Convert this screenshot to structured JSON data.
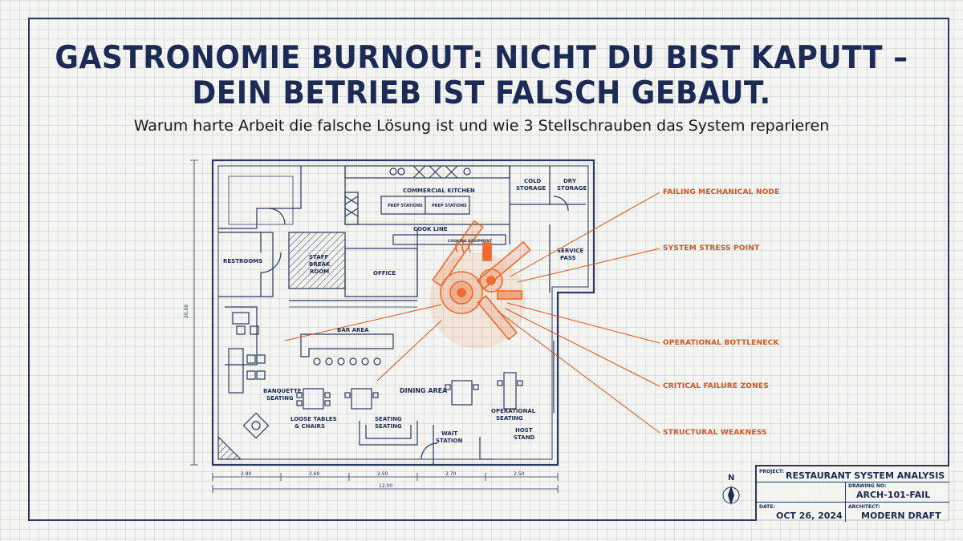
{
  "title_line1": "GASTRONOMIE BURNOUT: NICHT DU BIST KAPUTT –",
  "title_line2": "DEIN BETRIEB IST FALSCH GEBAUT.",
  "subtitle": "Warum harte Arbeit die falsche Lösung ist und wie 3 Stellschrauben das System reparieren",
  "rooms": {
    "commercial_kitchen": "COMMERCIAL KITCHEN",
    "prep_stations_1": "PREP STATIONS",
    "prep_stations_2": "PREP STATIONS",
    "cold_storage_1": "COLD",
    "cold_storage_2": "STORAGE",
    "dry_storage_1": "DRY",
    "dry_storage_2": "STORAGE",
    "cook_line": "COOK LINE",
    "cook_equipment": "COOKING EQUIPMENT",
    "restrooms": "RESTROOMS",
    "staff_1": "STAFF",
    "staff_2": "BREAK",
    "staff_3": "ROOM",
    "office": "OFFICE",
    "service_1": "SERVICE",
    "service_2": "PASS",
    "bar_area": "BAR AREA",
    "banquette_1": "BANQUETTE",
    "banquette_2": "SEATING",
    "dining_area": "DINING AREA",
    "loose_1": "LOOSE TABLES",
    "loose_2": "& CHAIRS",
    "seating_1": "SEATING",
    "seating_2": "SEATING",
    "wait_1": "WAIT",
    "wait_2": "STATION",
    "operational_1": "OPERATIONAL",
    "operational_2": "SEATING",
    "host_1": "HOST",
    "host_2": "STAND"
  },
  "dimensions": {
    "d1": "2.80",
    "d2": "2.60",
    "d3": "2.50",
    "d4": "2.70",
    "d5": "2.50",
    "total": "12.00",
    "side": "20.00"
  },
  "callouts": {
    "c1": "FAILING MECHANICAL NODE",
    "c2": "SYSTEM STRESS POINT",
    "c3": "OPERATIONAL BOTTLENECK",
    "c4": "CRITICAL FAILURE ZONES",
    "c5": "STRUCTURAL WEAKNESS"
  },
  "title_block": {
    "project_label": "PROJECT:",
    "project_value": "RESTAURANT SYSTEM ANALYSIS",
    "drawing_label": "DRAWING NO:",
    "drawing_value": "ARCH-101-FAIL",
    "date_label": "DATE:",
    "date_value": "OCT 26, 2024",
    "architect_label": "ARCHITECT:",
    "architect_value": "MODERN DRAFT"
  },
  "compass_letter": "N",
  "colors": {
    "ink": "#1c2b56",
    "accent": "#e0521c",
    "paper": "#f4f5f1"
  }
}
